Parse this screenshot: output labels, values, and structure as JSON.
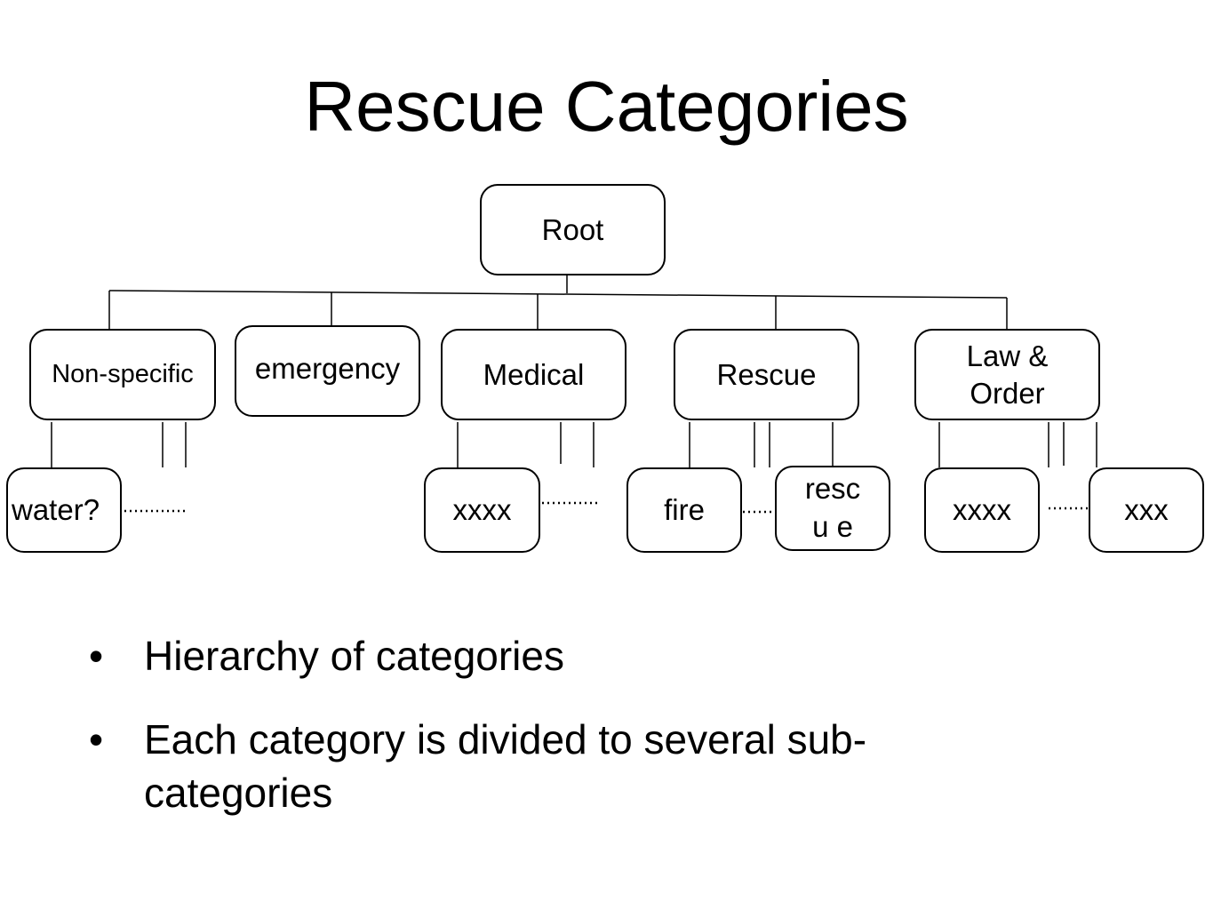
{
  "title": "Rescue Categories",
  "tree": {
    "root": "Root",
    "categories": {
      "non_specific": "Non-specific",
      "emergency": "emergency",
      "medical": "Medical",
      "rescue": "Rescue",
      "law_order": "Law & Order"
    },
    "subcategories": {
      "water": "water?",
      "medical_xxxx": "xxxx",
      "fire": "fire",
      "rescue_sub": "rescu e",
      "law_xxxx": "xxxx",
      "law_xxx": "xxx"
    }
  },
  "bullets": [
    "Hierarchy of categories",
    "Each category is divided to several sub-categories"
  ],
  "bullet_symbol": "•"
}
